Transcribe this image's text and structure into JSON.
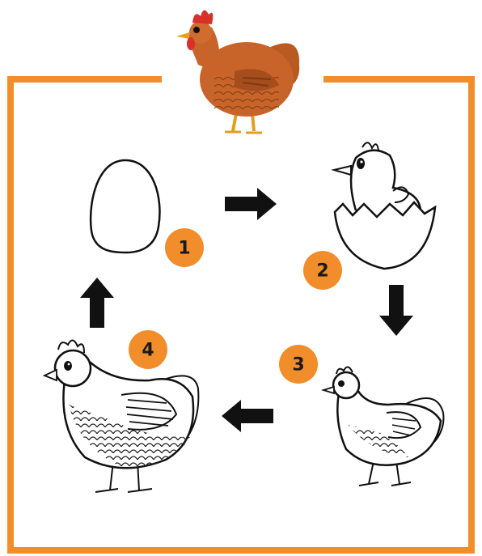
{
  "diagram": {
    "frame_color": "#f28d2b",
    "badge_color": "#f28d2b",
    "arrow_color": "#111111",
    "hen_color": "#c8642a",
    "stages": [
      {
        "number": "1",
        "icon": "egg-icon"
      },
      {
        "number": "2",
        "icon": "hatching-chick-icon"
      },
      {
        "number": "3",
        "icon": "young-chicken-icon"
      },
      {
        "number": "4",
        "icon": "adult-hen-icon"
      }
    ],
    "arrows": [
      "arrow-right-icon",
      "arrow-down-icon",
      "arrow-left-icon",
      "arrow-up-icon"
    ]
  }
}
